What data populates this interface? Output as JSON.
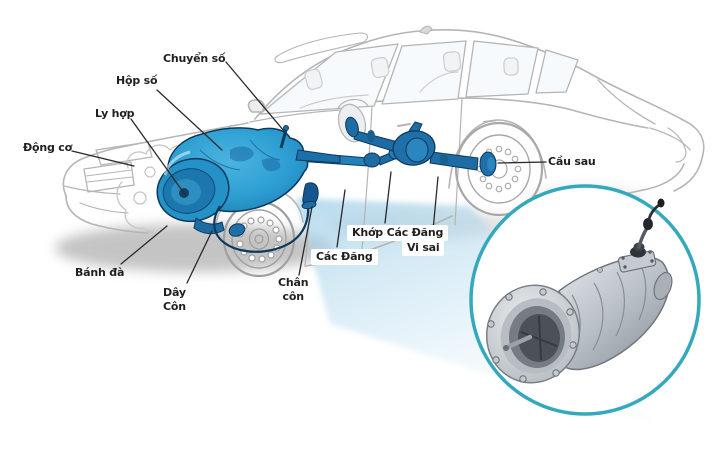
{
  "diagram": {
    "type": "car-drivetrain-labeled-diagram",
    "language": "Vietnamese",
    "labels": {
      "chuyen_so": "Chuyển số",
      "hop_so": "Hộp số",
      "ly_hop": "Ly hợp",
      "dong_co": "Động cơ",
      "banh_da": "Bánh đà",
      "day_con": "Dây\nCôn",
      "chan_con": "Chân\ncôn",
      "cac_dang": "Các Đăng",
      "khop_cac_dang": "Khớp Các Đăng",
      "vi_sai": "Vi sai",
      "cau_sau": "Cầu sau"
    },
    "colors": {
      "drivetrain_blue": "#2D9ED2",
      "drivetrain_dark_blue": "#1A6AA5",
      "axle_blue": "#1E6CA6",
      "outline_navy": "#0D3A5C",
      "car_line_gray": "#B5B5B5",
      "beam_blue": "#BFDFF0",
      "inset_ring_teal": "#35A9BC",
      "label_text": "#1F1F1F"
    },
    "inset": {
      "subject": "manual-gearbox-3d-render",
      "shape": "circle"
    }
  }
}
